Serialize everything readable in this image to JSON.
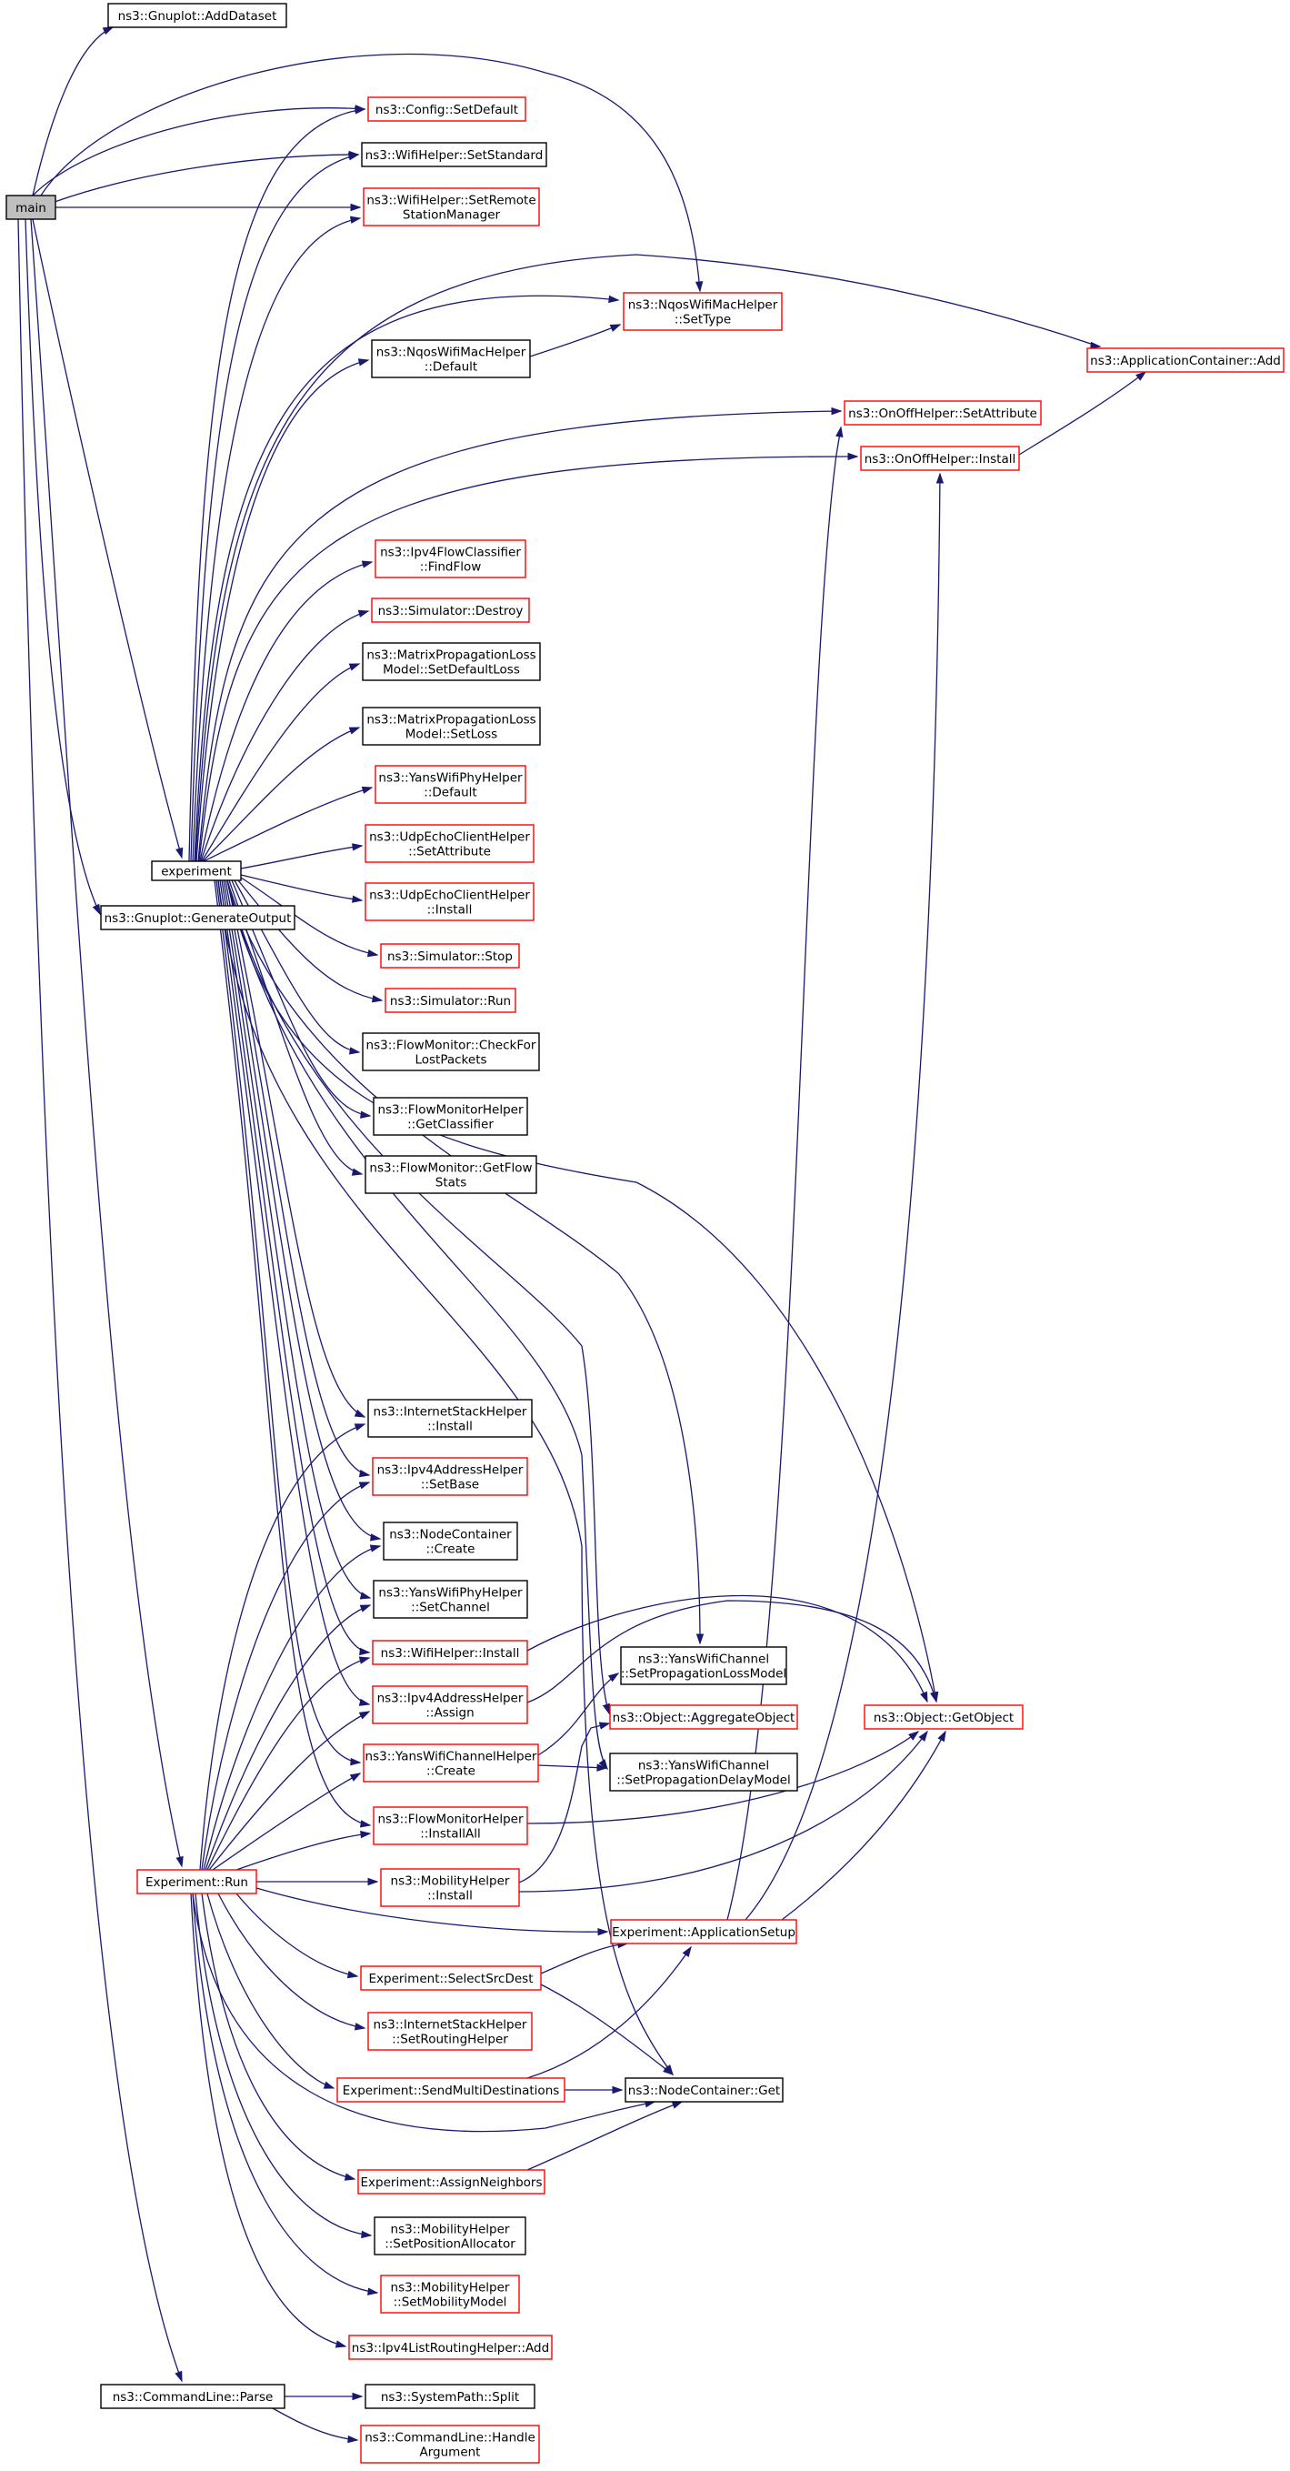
{
  "graph": {
    "type": "call-graph",
    "edge_color": "#191970",
    "colors": {
      "plain_border": "#000000",
      "truncated_border": "#ff0000",
      "root_fill": "#bfbfbf"
    },
    "nodes": [
      {
        "id": "main",
        "lines": [
          "main"
        ],
        "style": "root"
      },
      {
        "id": "gnuplot_adddataset",
        "lines": [
          "ns3::Gnuplot::AddDataset"
        ],
        "style": "black"
      },
      {
        "id": "config_setdefault",
        "lines": [
          "ns3::Config::SetDefault"
        ],
        "style": "red"
      },
      {
        "id": "wifihelper_setstandard",
        "lines": [
          "ns3::WifiHelper::SetStandard"
        ],
        "style": "black"
      },
      {
        "id": "wifihelper_setremote",
        "lines": [
          "ns3::WifiHelper::SetRemote",
          "StationManager"
        ],
        "style": "red"
      },
      {
        "id": "nqos_settype",
        "lines": [
          "ns3::NqosWifiMacHelper",
          "::SetType"
        ],
        "style": "red"
      },
      {
        "id": "appcontainer_add",
        "lines": [
          "ns3::ApplicationContainer::Add"
        ],
        "style": "red"
      },
      {
        "id": "nqos_default",
        "lines": [
          "ns3::NqosWifiMacHelper",
          "::Default"
        ],
        "style": "black"
      },
      {
        "id": "onoff_setattribute",
        "lines": [
          "ns3::OnOffHelper::SetAttribute"
        ],
        "style": "red"
      },
      {
        "id": "onoff_install",
        "lines": [
          "ns3::OnOffHelper::Install"
        ],
        "style": "red"
      },
      {
        "id": "ipv4flow_findflow",
        "lines": [
          "ns3::Ipv4FlowClassifier",
          "::FindFlow"
        ],
        "style": "red"
      },
      {
        "id": "simulator_destroy",
        "lines": [
          "ns3::Simulator::Destroy"
        ],
        "style": "red"
      },
      {
        "id": "matrix_setdefaultloss",
        "lines": [
          "ns3::MatrixPropagationLoss",
          "Model::SetDefaultLoss"
        ],
        "style": "black"
      },
      {
        "id": "matrix_setloss",
        "lines": [
          "ns3::MatrixPropagationLoss",
          "Model::SetLoss"
        ],
        "style": "black"
      },
      {
        "id": "yansphy_default",
        "lines": [
          "ns3::YansWifiPhyHelper",
          "::Default"
        ],
        "style": "red"
      },
      {
        "id": "experiment",
        "lines": [
          "experiment"
        ],
        "style": "black"
      },
      {
        "id": "udpecho_setattribute",
        "lines": [
          "ns3::UdpEchoClientHelper",
          "::SetAttribute"
        ],
        "style": "red"
      },
      {
        "id": "gnuplot_generateoutput",
        "lines": [
          "ns3::Gnuplot::GenerateOutput"
        ],
        "style": "black"
      },
      {
        "id": "udpecho_install",
        "lines": [
          "ns3::UdpEchoClientHelper",
          "::Install"
        ],
        "style": "red"
      },
      {
        "id": "simulator_stop",
        "lines": [
          "ns3::Simulator::Stop"
        ],
        "style": "red"
      },
      {
        "id": "simulator_run",
        "lines": [
          "ns3::Simulator::Run"
        ],
        "style": "red"
      },
      {
        "id": "flowmonitor_checkfor",
        "lines": [
          "ns3::FlowMonitor::CheckFor",
          "LostPackets"
        ],
        "style": "black"
      },
      {
        "id": "flowmonitorhelper_getclassifier",
        "lines": [
          "ns3::FlowMonitorHelper",
          "::GetClassifier"
        ],
        "style": "black"
      },
      {
        "id": "flowmonitor_getflowstats",
        "lines": [
          "ns3::FlowMonitor::GetFlow",
          "Stats"
        ],
        "style": "black"
      },
      {
        "id": "internetstack_install",
        "lines": [
          "ns3::InternetStackHelper",
          "::Install"
        ],
        "style": "black"
      },
      {
        "id": "ipv4address_setbase",
        "lines": [
          "ns3::Ipv4AddressHelper",
          "::SetBase"
        ],
        "style": "red"
      },
      {
        "id": "nodecontainer_create",
        "lines": [
          "ns3::NodeContainer",
          "::Create"
        ],
        "style": "black"
      },
      {
        "id": "yansphy_setchannel",
        "lines": [
          "ns3::YansWifiPhyHelper",
          "::SetChannel"
        ],
        "style": "black"
      },
      {
        "id": "wifihelper_install",
        "lines": [
          "ns3::WifiHelper::Install"
        ],
        "style": "red"
      },
      {
        "id": "yanschannel_setloss",
        "lines": [
          "ns3::YansWifiChannel",
          "::SetPropagationLossModel"
        ],
        "style": "black"
      },
      {
        "id": "ipv4address_assign",
        "lines": [
          "ns3::Ipv4AddressHelper",
          "::Assign"
        ],
        "style": "red"
      },
      {
        "id": "object_aggregate",
        "lines": [
          "ns3::Object::AggregateObject"
        ],
        "style": "red"
      },
      {
        "id": "object_getobject",
        "lines": [
          "ns3::Object::GetObject"
        ],
        "style": "red"
      },
      {
        "id": "yanschannelhelper_create",
        "lines": [
          "ns3::YansWifiChannelHelper",
          "::Create"
        ],
        "style": "red"
      },
      {
        "id": "yanschannel_setdelay",
        "lines": [
          "ns3::YansWifiChannel",
          "::SetPropagationDelayModel"
        ],
        "style": "black"
      },
      {
        "id": "flowmonitorhelper_installall",
        "lines": [
          "ns3::FlowMonitorHelper",
          "::InstallAll"
        ],
        "style": "red"
      },
      {
        "id": "experiment_run",
        "lines": [
          "Experiment::Run"
        ],
        "style": "red"
      },
      {
        "id": "mobility_install",
        "lines": [
          "ns3::MobilityHelper",
          "::Install"
        ],
        "style": "red"
      },
      {
        "id": "experiment_appsetup",
        "lines": [
          "Experiment::ApplicationSetup"
        ],
        "style": "red"
      },
      {
        "id": "experiment_selectsrcdest",
        "lines": [
          "Experiment::SelectSrcDest"
        ],
        "style": "red"
      },
      {
        "id": "internetstack_setrouting",
        "lines": [
          "ns3::InternetStackHelper",
          "::SetRoutingHelper"
        ],
        "style": "red"
      },
      {
        "id": "experiment_sendmulti",
        "lines": [
          "Experiment::SendMultiDestinations"
        ],
        "style": "red"
      },
      {
        "id": "nodecontainer_get",
        "lines": [
          "ns3::NodeContainer::Get"
        ],
        "style": "black"
      },
      {
        "id": "experiment_assignneighbors",
        "lines": [
          "Experiment::AssignNeighbors"
        ],
        "style": "red"
      },
      {
        "id": "mobility_setposalloc",
        "lines": [
          "ns3::MobilityHelper",
          "::SetPositionAllocator"
        ],
        "style": "black"
      },
      {
        "id": "mobility_setmobility",
        "lines": [
          "ns3::MobilityHelper",
          "::SetMobilityModel"
        ],
        "style": "red"
      },
      {
        "id": "ipv4listrouting_add",
        "lines": [
          "ns3::Ipv4ListRoutingHelper::Add"
        ],
        "style": "red"
      },
      {
        "id": "commandline_parse",
        "lines": [
          "ns3::CommandLine::Parse"
        ],
        "style": "black"
      },
      {
        "id": "systempath_split",
        "lines": [
          "ns3::SystemPath::Split"
        ],
        "style": "black"
      },
      {
        "id": "commandline_handleargument",
        "lines": [
          "ns3::CommandLine::Handle",
          "Argument"
        ],
        "style": "red"
      }
    ],
    "edges": [
      [
        "main",
        "gnuplot_adddataset"
      ],
      [
        "main",
        "config_setdefault"
      ],
      [
        "main",
        "wifihelper_setstandard"
      ],
      [
        "main",
        "wifihelper_setremote"
      ],
      [
        "main",
        "nqos_settype"
      ],
      [
        "main",
        "experiment"
      ],
      [
        "main",
        "gnuplot_generateoutput"
      ],
      [
        "main",
        "experiment_run"
      ],
      [
        "main",
        "commandline_parse"
      ],
      [
        "experiment",
        "config_setdefault"
      ],
      [
        "experiment",
        "wifihelper_setstandard"
      ],
      [
        "experiment",
        "wifihelper_setremote"
      ],
      [
        "experiment",
        "nqos_settype"
      ],
      [
        "experiment",
        "appcontainer_add"
      ],
      [
        "experiment",
        "nqos_default"
      ],
      [
        "experiment",
        "onoff_setattribute"
      ],
      [
        "experiment",
        "onoff_install"
      ],
      [
        "experiment",
        "ipv4flow_findflow"
      ],
      [
        "experiment",
        "simulator_destroy"
      ],
      [
        "experiment",
        "matrix_setdefaultloss"
      ],
      [
        "experiment",
        "matrix_setloss"
      ],
      [
        "experiment",
        "yansphy_default"
      ],
      [
        "experiment",
        "udpecho_setattribute"
      ],
      [
        "experiment",
        "udpecho_install"
      ],
      [
        "experiment",
        "simulator_stop"
      ],
      [
        "experiment",
        "simulator_run"
      ],
      [
        "experiment",
        "flowmonitor_checkfor"
      ],
      [
        "experiment",
        "flowmonitorhelper_getclassifier"
      ],
      [
        "experiment",
        "flowmonitor_getflowstats"
      ],
      [
        "experiment",
        "internetstack_install"
      ],
      [
        "experiment",
        "ipv4address_setbase"
      ],
      [
        "experiment",
        "nodecontainer_create"
      ],
      [
        "experiment",
        "yansphy_setchannel"
      ],
      [
        "experiment",
        "wifihelper_install"
      ],
      [
        "experiment",
        "ipv4address_assign"
      ],
      [
        "experiment",
        "yanschannelhelper_create"
      ],
      [
        "experiment",
        "flowmonitorhelper_installall"
      ],
      [
        "experiment",
        "yanschannel_setloss"
      ],
      [
        "experiment",
        "object_aggregate"
      ],
      [
        "experiment",
        "yanschannel_setdelay"
      ],
      [
        "experiment",
        "object_getobject"
      ],
      [
        "experiment",
        "nodecontainer_get"
      ],
      [
        "nqos_default",
        "nqos_settype"
      ],
      [
        "onoff_install",
        "appcontainer_add"
      ],
      [
        "wifihelper_install",
        "object_getobject"
      ],
      [
        "ipv4address_assign",
        "object_getobject"
      ],
      [
        "yanschannelhelper_create",
        "yanschannel_setloss"
      ],
      [
        "yanschannelhelper_create",
        "yanschannel_setdelay"
      ],
      [
        "flowmonitorhelper_installall",
        "object_getobject"
      ],
      [
        "mobility_install",
        "object_aggregate"
      ],
      [
        "mobility_install",
        "object_getobject"
      ],
      [
        "experiment_appsetup",
        "onoff_setattribute"
      ],
      [
        "experiment_appsetup",
        "onoff_install"
      ],
      [
        "experiment_appsetup",
        "object_getobject"
      ],
      [
        "experiment_selectsrcdest",
        "experiment_appsetup"
      ],
      [
        "experiment_selectsrcdest",
        "nodecontainer_get"
      ],
      [
        "experiment_sendmulti",
        "experiment_appsetup"
      ],
      [
        "experiment_sendmulti",
        "nodecontainer_get"
      ],
      [
        "experiment_assignneighbors",
        "nodecontainer_get"
      ],
      [
        "experiment_run",
        "internetstack_install"
      ],
      [
        "experiment_run",
        "ipv4address_setbase"
      ],
      [
        "experiment_run",
        "nodecontainer_create"
      ],
      [
        "experiment_run",
        "yansphy_setchannel"
      ],
      [
        "experiment_run",
        "wifihelper_install"
      ],
      [
        "experiment_run",
        "ipv4address_assign"
      ],
      [
        "experiment_run",
        "yanschannelhelper_create"
      ],
      [
        "experiment_run",
        "flowmonitorhelper_installall"
      ],
      [
        "experiment_run",
        "mobility_install"
      ],
      [
        "experiment_run",
        "experiment_appsetup"
      ],
      [
        "experiment_run",
        "experiment_selectsrcdest"
      ],
      [
        "experiment_run",
        "internetstack_setrouting"
      ],
      [
        "experiment_run",
        "experiment_sendmulti"
      ],
      [
        "experiment_run",
        "nodecontainer_get"
      ],
      [
        "experiment_run",
        "experiment_assignneighbors"
      ],
      [
        "experiment_run",
        "mobility_setposalloc"
      ],
      [
        "experiment_run",
        "mobility_setmobility"
      ],
      [
        "experiment_run",
        "ipv4listrouting_add"
      ],
      [
        "commandline_parse",
        "systempath_split"
      ],
      [
        "commandline_parse",
        "commandline_handleargument"
      ]
    ]
  }
}
